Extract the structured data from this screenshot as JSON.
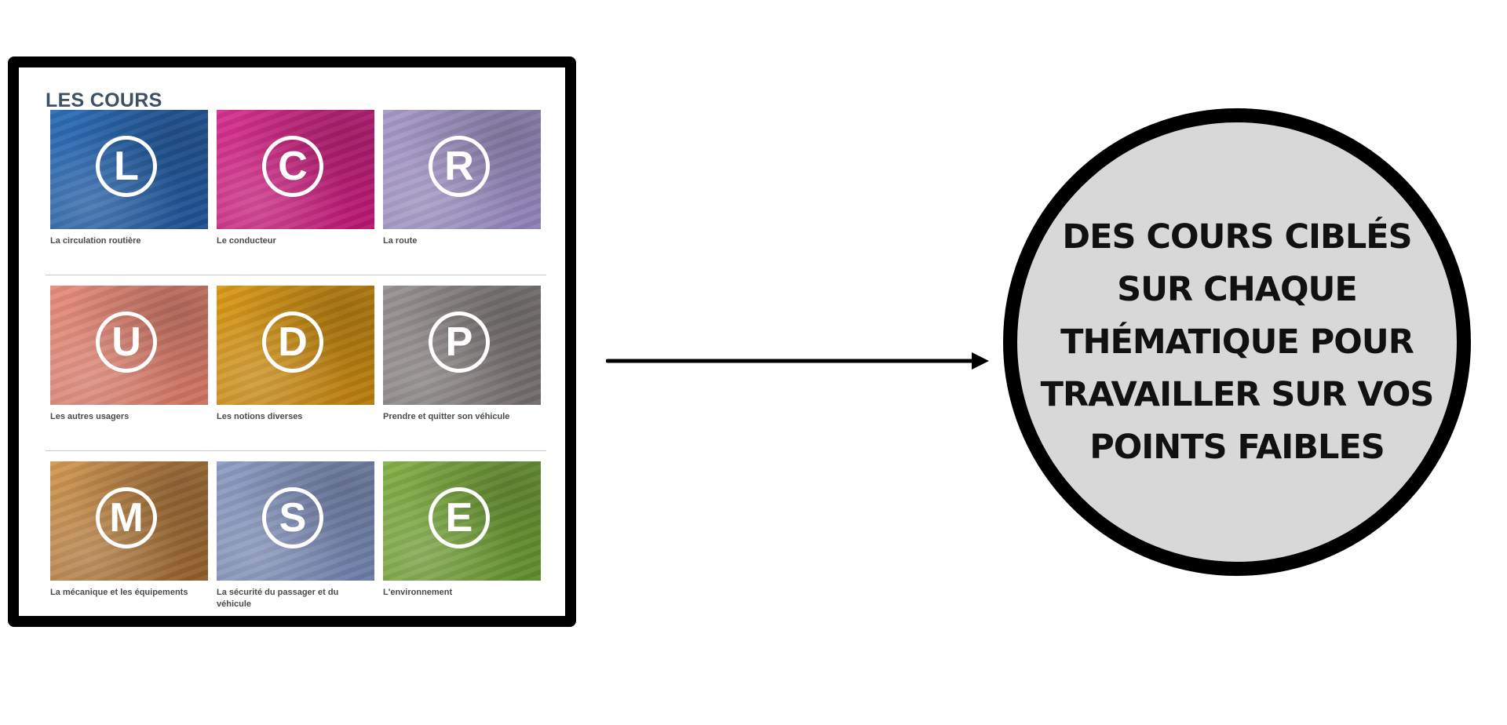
{
  "panel": {
    "title": "LES COURS",
    "courses": [
      {
        "letter": "L",
        "label": "La circulation routière",
        "color": "#2f6fb8",
        "color2": "#1d4f8e",
        "icon": "road-photo"
      },
      {
        "letter": "C",
        "label": "Le conducteur",
        "color": "#d6338f",
        "color2": "#b5166e",
        "icon": "driver-photo"
      },
      {
        "letter": "R",
        "label": "La route",
        "color": "#a89cc8",
        "color2": "#8d80b4",
        "icon": "road-photo"
      },
      {
        "letter": "U",
        "label": "Les autres usagers",
        "color": "#e48e7e",
        "color2": "#c9705f",
        "icon": "harbor-photo"
      },
      {
        "letter": "D",
        "label": "Les notions diverses",
        "color": "#d99a1c",
        "color2": "#b47a0c",
        "icon": "documents-photo"
      },
      {
        "letter": "P",
        "label": "Prendre et quitter son véhicule",
        "color": "#9a9494",
        "color2": "#6e6868",
        "icon": "car-interior-photo"
      },
      {
        "letter": "M",
        "label": "La mécanique et les équipements",
        "color": "#d39a55",
        "color2": "#8a5a2a",
        "icon": "dashboard-photo"
      },
      {
        "letter": "S",
        "label": "La sécurité du passager et du véhicule",
        "color": "#8f9fc4",
        "color2": "#6b7aa3",
        "icon": "baby-seat-photo"
      },
      {
        "letter": "E",
        "label": "L'environnement",
        "color": "#86b24a",
        "color2": "#5d8a2a",
        "icon": "driver-photo"
      }
    ]
  },
  "callout": {
    "lines": [
      "DES COURS CIBLÉS",
      "SUR CHAQUE",
      "THÉMATIQUE POUR",
      "TRAVAILLER SUR VOS",
      "POINTS FAIBLES"
    ]
  }
}
